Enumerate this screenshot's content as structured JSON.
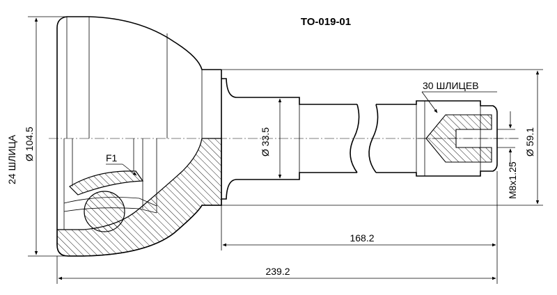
{
  "title": "TO-019-01",
  "dimensions": {
    "outer_diameter": "Ø 104.5",
    "outer_splines": "24 ШЛИЦА",
    "shaft_diameter": "Ø 33.5",
    "stub_diameter": "Ø 59.1",
    "stub_splines": "30 ШЛИЦЕВ",
    "thread": "M8x1.25",
    "stub_length": "168.2",
    "overall_length": "239.2",
    "callout_f1": "F1"
  },
  "colors": {
    "line": "#000000",
    "background": "#ffffff"
  }
}
